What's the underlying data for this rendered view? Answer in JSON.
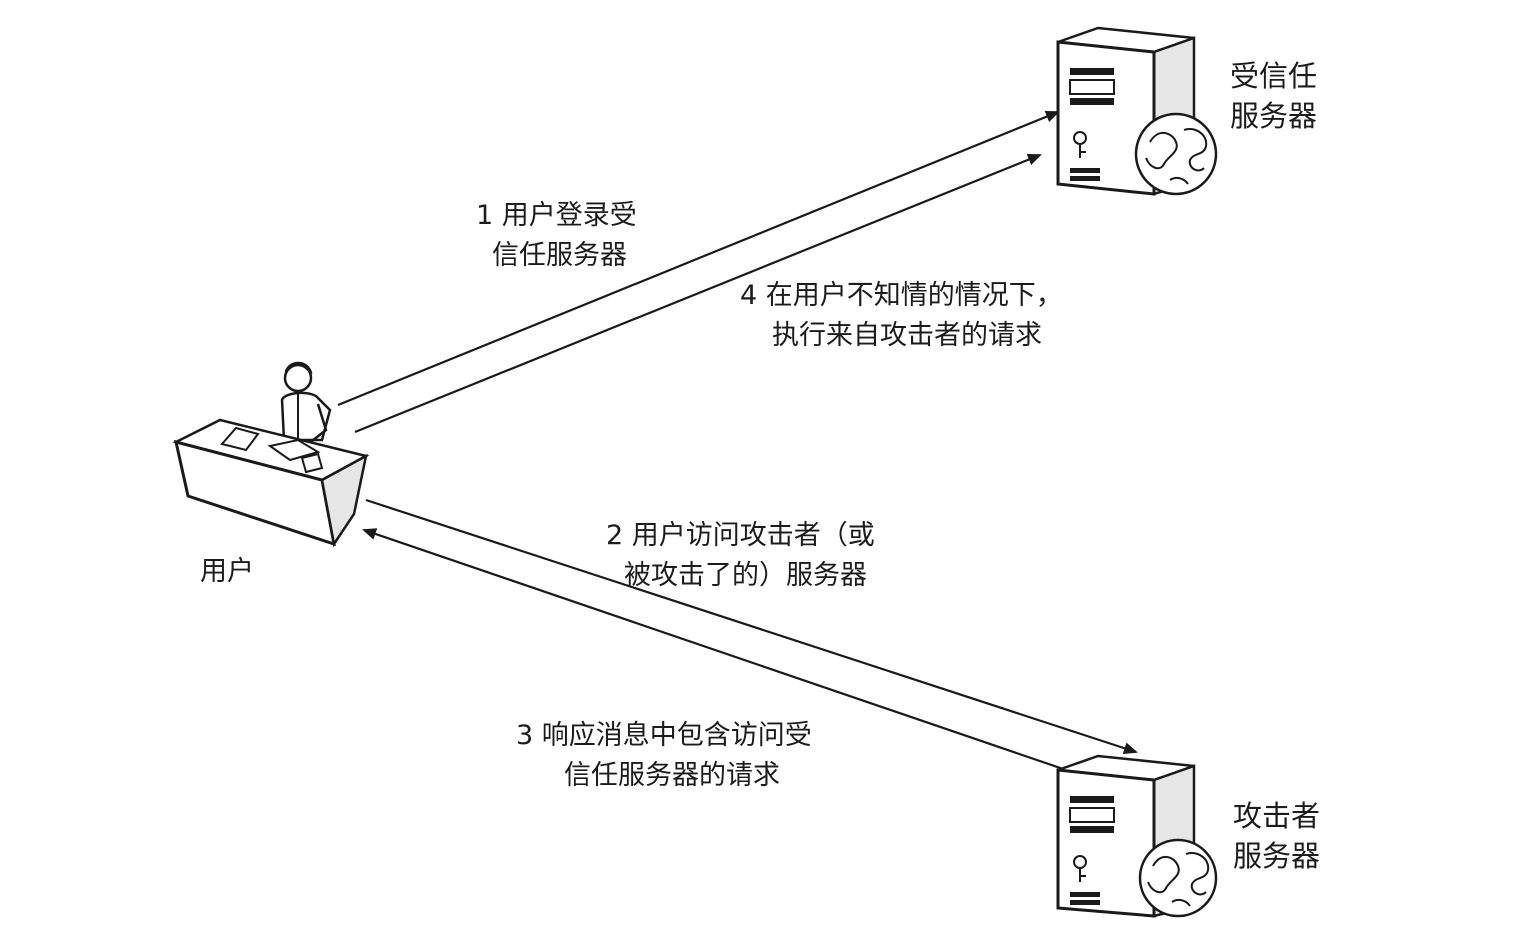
{
  "nodes": {
    "trusted_server": {
      "line1": "受信任",
      "line2": "服务器",
      "icon": "server-globe-icon"
    },
    "attacker_server": {
      "line1": "攻击者",
      "line2": "服务器",
      "icon": "server-globe-icon"
    },
    "user": {
      "label": "用户",
      "icon": "user-at-desk-icon"
    }
  },
  "steps": [
    {
      "line1": "1  用户登录受",
      "line2": "信任服务器"
    },
    {
      "line1": "2  用户访问攻击者（或",
      "line2": "被攻击了的）服务器"
    },
    {
      "line1": "3  响应消息中包含访问受",
      "line2": "信任服务器的请求"
    },
    {
      "line1": "4  在用户不知情的情况下，",
      "line2": "执行来自攻击者的请求"
    }
  ],
  "colors": {
    "stroke": "#1a1a1a",
    "background": "#ffffff"
  }
}
